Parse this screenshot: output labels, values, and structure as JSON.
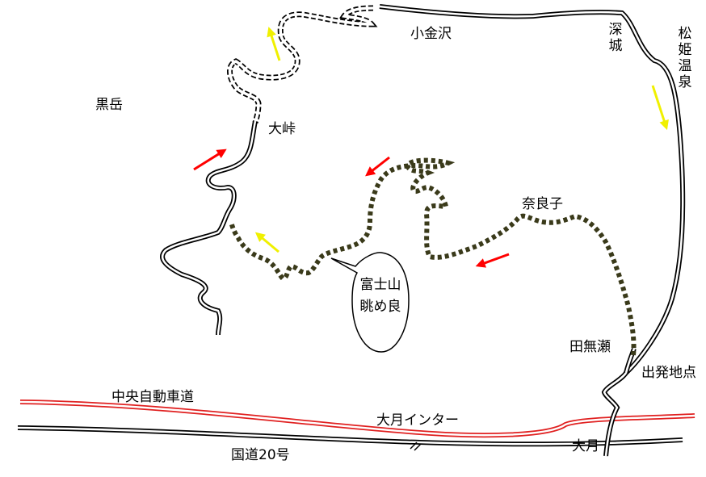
{
  "places": {
    "kurodake": "黒岳",
    "otoge": "大峠",
    "kokanezawa": "小金沢",
    "fukashiro": "深城",
    "matsuhime_onsen": "松姫温泉",
    "narako": "奈良子",
    "tanase": "田無瀬",
    "start_point": "出発地点",
    "otsuki_inter": "大月インター",
    "otsuki": "大月"
  },
  "callout": {
    "line1": "富士山",
    "line2": "眺め良"
  },
  "roads": {
    "expressway": "中央自動車道",
    "route20": "国道20号"
  },
  "legend_colors": {
    "expressway": "#e02020",
    "trail_dotted": "#3a3a1a",
    "arrow_red": "#ff0000",
    "arrow_yellow": "#f0f000"
  }
}
